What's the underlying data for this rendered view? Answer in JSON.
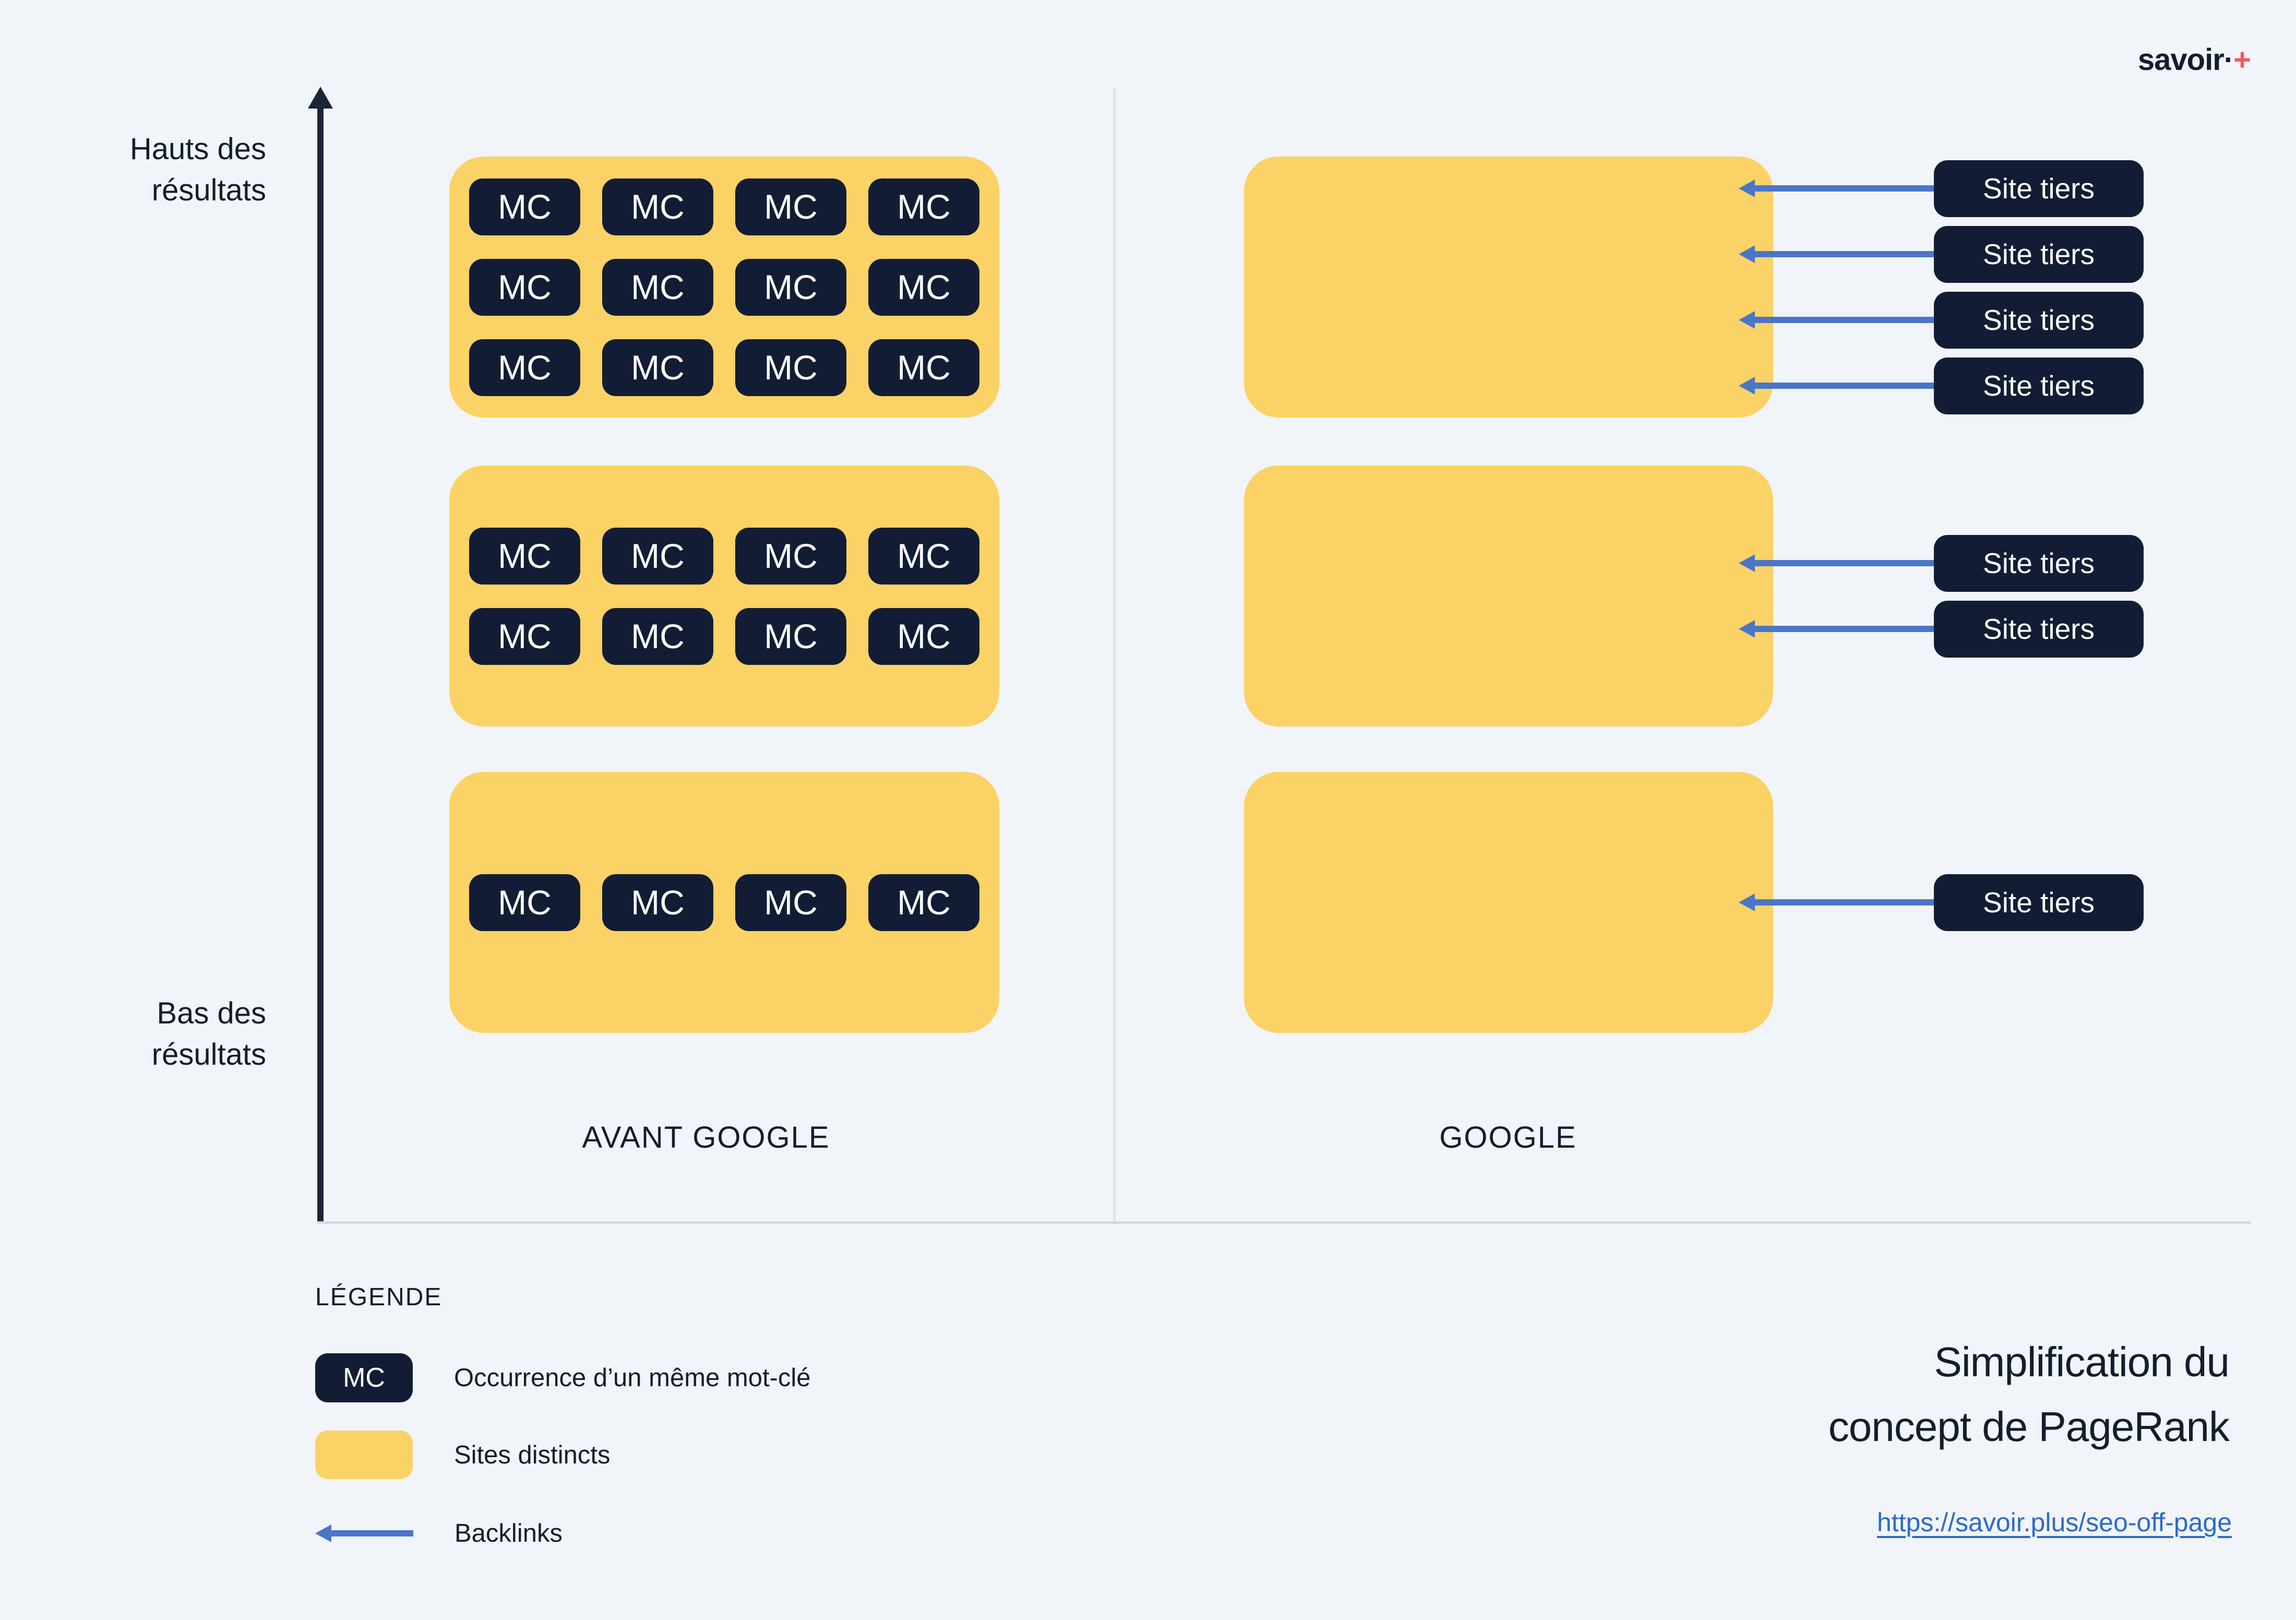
{
  "colors": {
    "background": "#F1F4F9",
    "text_dark": "#141D2E",
    "navy": "#121D35",
    "yellow": "#FBD265",
    "backlink_blue": "#4A76C8",
    "link_blue": "#2D6BC7",
    "logo_plus_red": "#F1595A",
    "axis_navy": "#1B2537",
    "divider": "#DEE3EA",
    "baseline": "#D3D9E0"
  },
  "logo": {
    "name": "savoir",
    "separator": "·",
    "plus": "+"
  },
  "axis": {
    "top_label_line1": "Hauts des",
    "top_label_line2": "résultats",
    "bottom_label_line1": "Bas des",
    "bottom_label_line2": "résultats"
  },
  "diagram": {
    "mc_label": "MC",
    "site_tiers_label": "Site tiers",
    "avant_google": {
      "label": "AVANT GOOGLE",
      "boxes": [
        {
          "mc_rows": [
            4,
            4,
            4
          ]
        },
        {
          "mc_rows": [
            4,
            4
          ]
        },
        {
          "mc_rows": [
            4
          ]
        }
      ]
    },
    "google": {
      "label": "GOOGLE",
      "boxes": [
        {
          "backlinks": 4
        },
        {
          "backlinks": 2
        },
        {
          "backlinks": 1
        }
      ]
    }
  },
  "legend": {
    "heading": "LÉGENDE",
    "items": [
      {
        "symbol": "mc-chip",
        "label": "Occurrence d’un même mot-clé"
      },
      {
        "symbol": "site-swatch",
        "label": "Sites distincts"
      },
      {
        "symbol": "backlink-arrow",
        "label": "Backlinks"
      }
    ]
  },
  "footer": {
    "title_line1": "Simplification du",
    "title_line2": "concept de PageRank",
    "link": "https://savoir.plus/seo-off-page"
  }
}
